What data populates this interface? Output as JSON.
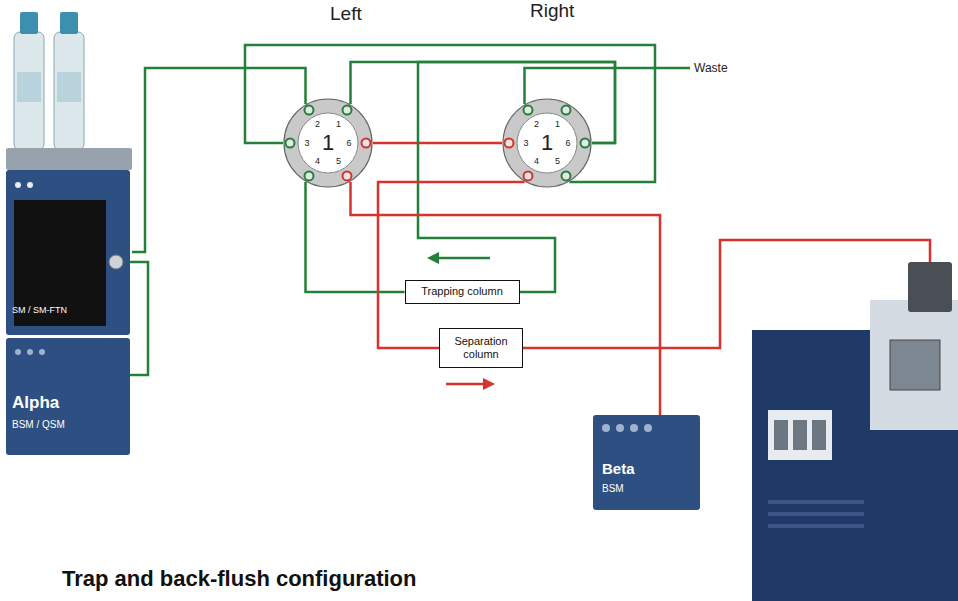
{
  "diagram": {
    "title": "Trap and back-flush configuration",
    "nodes": [
      {
        "text": [
          "SM / SM-FTN",
          "Alpha",
          "BSM / QSM"
        ]
      },
      {
        "text": [
          "1",
          "1",
          "2",
          "3",
          "4",
          "5",
          "6"
        ]
      },
      {
        "text": [
          "1",
          "1",
          "2",
          "3",
          "4",
          "5",
          "6"
        ]
      },
      {
        "text": [
          "Trapping column"
        ]
      },
      {
        "text": [
          "Separation column"
        ]
      },
      {
        "text": [
          "Beta",
          "BSM"
        ]
      }
    ],
    "edges": [
      {
        "from": 0,
        "to": 1,
        "arrow": "none"
      },
      {
        "from": 1,
        "to": 2,
        "arrow": "none"
      },
      {
        "from": 1,
        "to": 2,
        "arrow": "none"
      },
      {
        "from": 1,
        "to": 2,
        "arrow": "none"
      },
      {
        "from": 1,
        "to": 3,
        "arrow": "none"
      },
      {
        "from": 3,
        "to": 2,
        "arrow": "none"
      },
      {
        "from": 2,
        "to": 4,
        "arrow": "none"
      },
      {
        "from": 5,
        "to": 1,
        "arrow": "none"
      }
    ],
    "labels": [
      "Left",
      "Right",
      "Waste"
    ]
  }
}
